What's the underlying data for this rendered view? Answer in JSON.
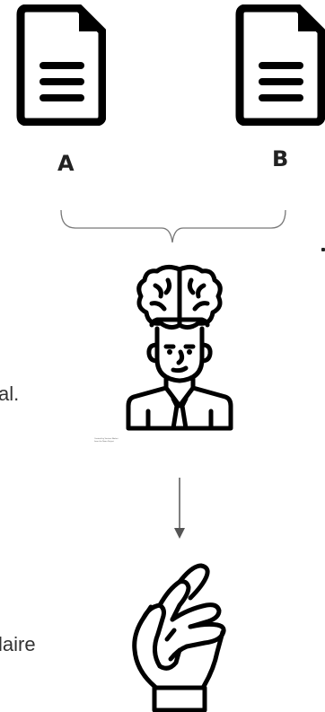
{
  "documents": [
    {
      "icon": "document-icon",
      "label": "A"
    },
    {
      "icon": "document-icon",
      "label": "B"
    }
  ],
  "merge_bracket": {
    "icon": "curly-bracket"
  },
  "thinker": {
    "icon": "open-mind-brain-person-icon"
  },
  "arrow": {
    "icon": "arrow-down-icon"
  },
  "result": {
    "icon": "hand-gesture-icon"
  },
  "side_text": {
    "line1": "al.",
    "line2": "laire"
  },
  "credit": {
    "line1": "Created by Vectors Market",
    "line2": "from the Noun Project"
  }
}
